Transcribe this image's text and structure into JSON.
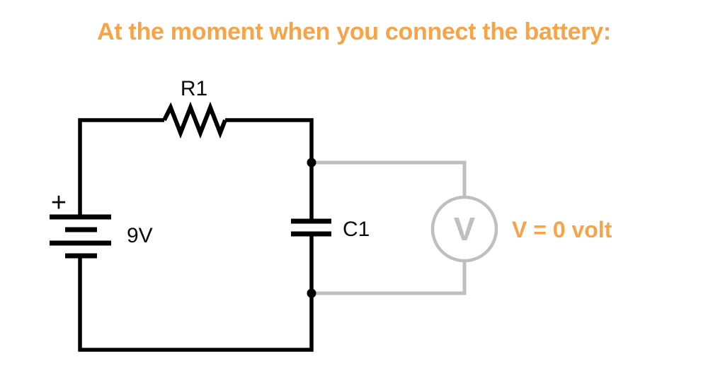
{
  "title": "At the moment when you connect the battery:",
  "colors": {
    "accent": "#F6A447",
    "meter": "#BFBFBF",
    "wire": "#000000"
  },
  "circuit": {
    "battery": {
      "label": "9V",
      "polarity": "+"
    },
    "resistor": {
      "label": "R1"
    },
    "capacitor": {
      "label": "C1"
    },
    "voltmeter": {
      "symbol": "V",
      "reading": "V = 0 volt"
    }
  }
}
